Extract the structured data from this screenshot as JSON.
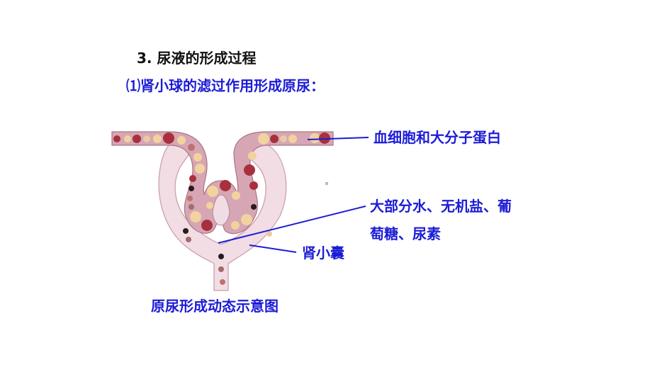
{
  "heading": "3. 尿液的形成过程",
  "subheading": "⑴肾小球的滤过作用形成原尿：",
  "labels": {
    "blood_cells": "血细胞和大分子蛋白",
    "filtrate_line1": "大部分水、无机盐、葡",
    "filtrate_line2": "萄糖、尿素",
    "capsule": "肾小囊"
  },
  "caption": "原尿形成动态示意图",
  "colors": {
    "text_blue": "#1c1cd6",
    "capsule_fill": "#f1dde3",
    "vessel_fill": "#d7a6b4",
    "red_cell": "#a8303c",
    "yellow_cell": "#f2d3a0",
    "dark_particle": "#2b1a1a"
  }
}
